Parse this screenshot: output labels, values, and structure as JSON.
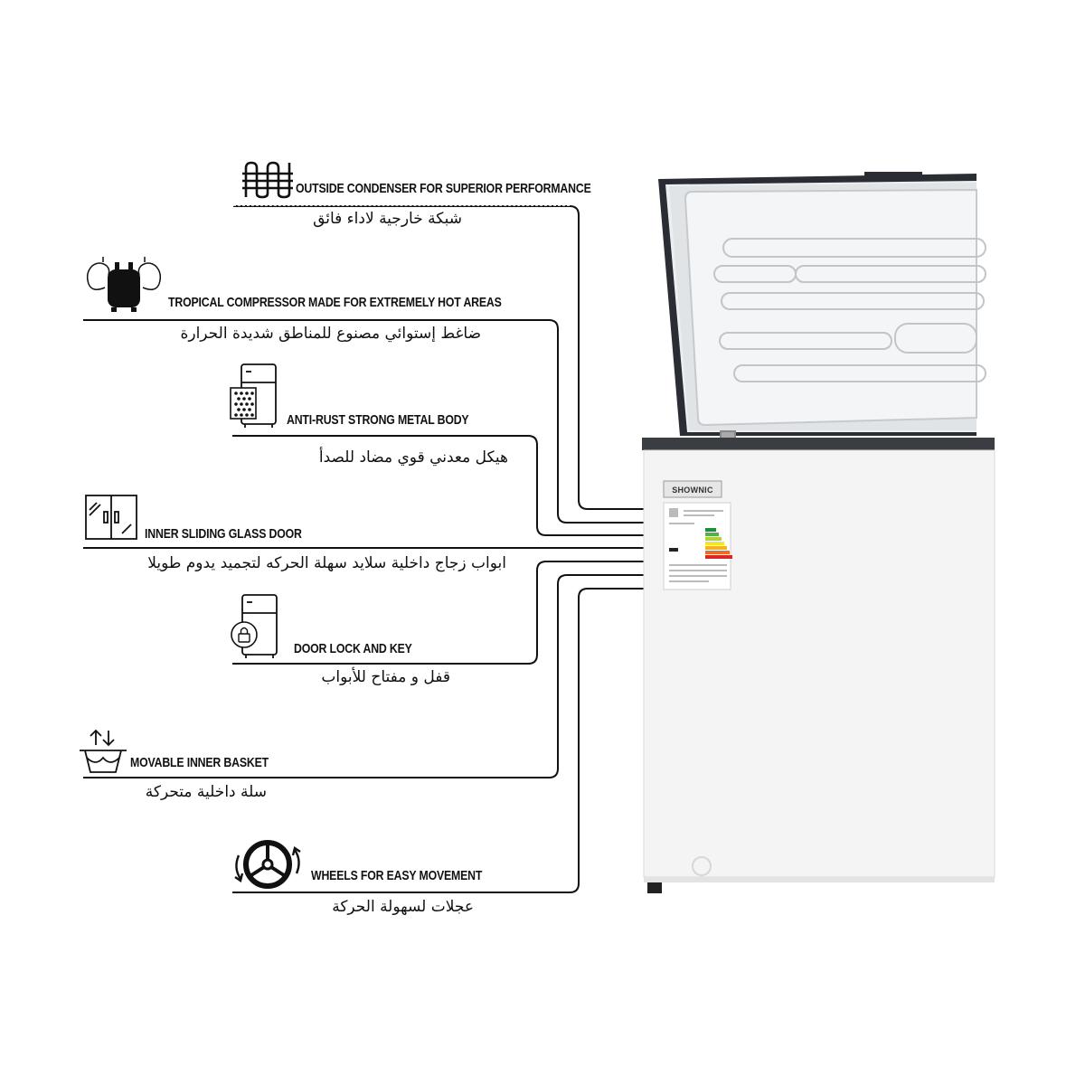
{
  "brand_badge": "SHOWNIC",
  "features": [
    {
      "id": "condenser",
      "icon": "condenser-coil-icon",
      "en": "OUTSIDE CONDENSER FOR SUPERIOR PERFORMANCE",
      "ar": "شبكة خارجية لاداء فائق"
    },
    {
      "id": "compressor",
      "icon": "strong-compressor-icon",
      "en": "TROPICAL COMPRESSOR MADE FOR EXTREMELY HOT AREAS",
      "ar": "ضاغط إستوائي مصنوع للمناطق شديدة الحرارة"
    },
    {
      "id": "antirust",
      "icon": "metal-body-fridge-icon",
      "en": "ANTI-RUST STRONG METAL BODY",
      "ar": "هيكل معدني قوي مضاد للصدأ"
    },
    {
      "id": "glassdoor",
      "icon": "sliding-glass-door-icon",
      "en": "INNER SLIDING GLASS DOOR",
      "ar": "ابواب زجاج داخلية سلايد سهلة الحركه لتجميد يدوم طويلا"
    },
    {
      "id": "lock",
      "icon": "door-lock-icon",
      "en": "DOOR LOCK AND KEY",
      "ar": "قفل و مفتاح للأبواب"
    },
    {
      "id": "basket",
      "icon": "movable-basket-icon",
      "en": "MOVABLE INNER BASKET",
      "ar": "سلة داخلية متحركة"
    },
    {
      "id": "wheels",
      "icon": "wheel-icon",
      "en": "WHEELS FOR EASY MOVEMENT",
      "ar": "عجلات لسهولة الحركة"
    }
  ],
  "colors": {
    "line": "#111111",
    "freezer_body": "#f4f4f4",
    "lid_trim": "#2a2d33"
  }
}
